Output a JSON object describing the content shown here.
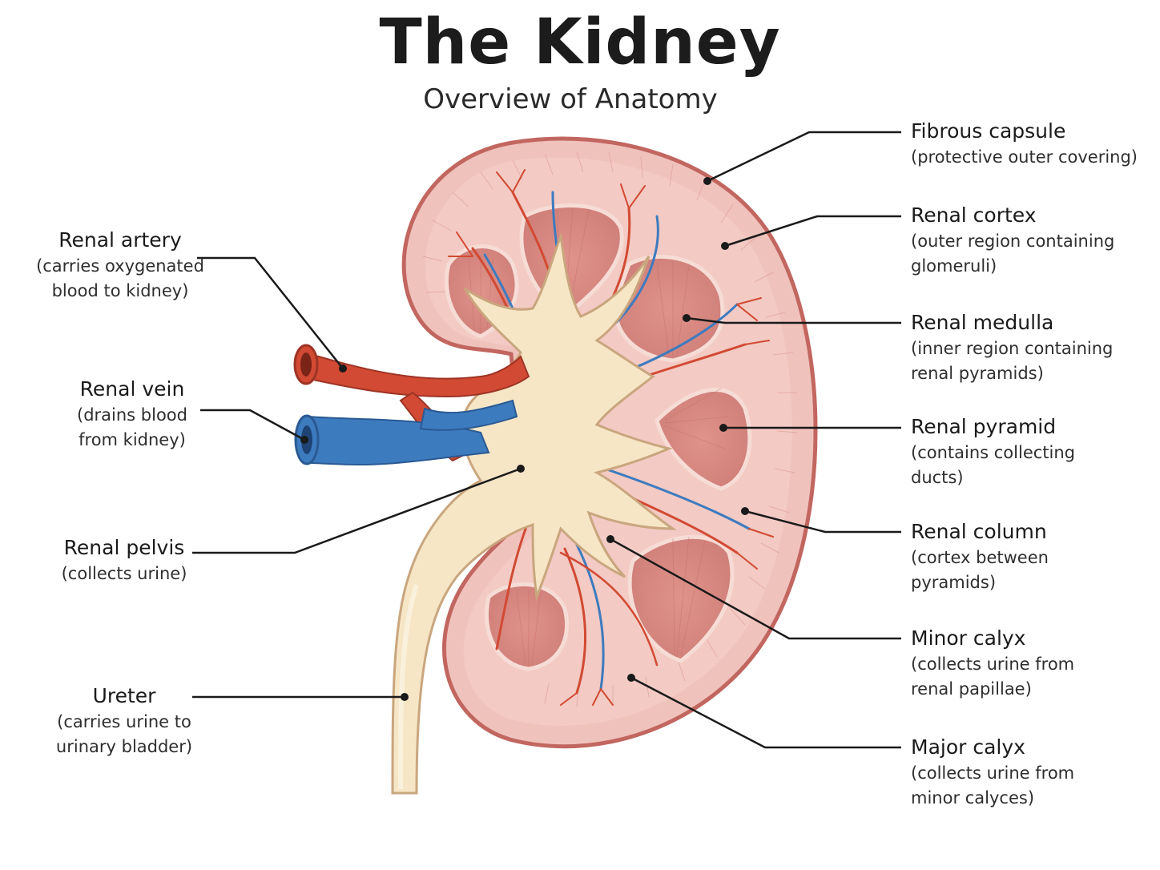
{
  "title": "The Kidney",
  "subtitle": "Overview of Anatomy",
  "colors": {
    "capsule": "#c8706a",
    "cortex": "#f1c3bd",
    "pyramid": "#d98a84",
    "pelvis": "#f6e6c6",
    "artery": "#d24a33",
    "vein": "#3d7bbf",
    "leader": "#1a1a1a"
  },
  "labels": {
    "left": [
      {
        "name": "Renal artery",
        "desc_lines": [
          "(carries oxygenated",
          "blood to kidney)"
        ]
      },
      {
        "name": "Renal vein",
        "desc_lines": [
          "(drains blood",
          "from kidney)"
        ]
      },
      {
        "name": "Renal pelvis",
        "desc_lines": [
          "(collects urine)"
        ]
      },
      {
        "name": "Ureter",
        "desc_lines": [
          "(carries urine to",
          "urinary bladder)"
        ]
      }
    ],
    "right": [
      {
        "name": "Fibrous capsule",
        "desc_lines": [
          "(protective outer covering)"
        ]
      },
      {
        "name": "Renal cortex",
        "desc_lines": [
          "(outer region containing",
          "glomeruli)"
        ]
      },
      {
        "name": "Renal medulla",
        "desc_lines": [
          "(inner region containing",
          "renal pyramids)"
        ]
      },
      {
        "name": "Renal pyramid",
        "desc_lines": [
          "(contains collecting",
          "ducts)"
        ]
      },
      {
        "name": "Renal column",
        "desc_lines": [
          "(cortex between",
          "pyramids)"
        ]
      },
      {
        "name": "Minor calyx",
        "desc_lines": [
          "(collects urine from",
          "renal papillae)"
        ]
      },
      {
        "name": "Major calyx",
        "desc_lines": [
          "(collects urine from",
          "minor calyces)"
        ]
      }
    ]
  }
}
